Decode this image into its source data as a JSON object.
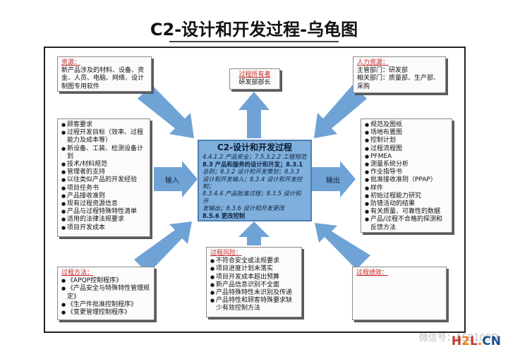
{
  "title": "C2-设计和开发过程-乌龟图",
  "resources": {
    "head": "资源：",
    "lines": [
      "新产品涉及的材料、设备、资",
      "金、人员、电脑、网络、设计",
      "制图专用软件"
    ]
  },
  "owner": {
    "head": "过程所有者",
    "text": "研发部部长"
  },
  "hr": {
    "head": "人力资源：",
    "lines": [
      "主管部门：研发部",
      "相关部门：质量部、生产部、",
      "采购"
    ]
  },
  "inputs": {
    "items": [
      "顾客要求",
      "过程开发目标（效率、过程能力及成本等）",
      "新设备、工装、检测设备计划",
      "技术/材料规范",
      "管理者的支持",
      "以往类似产品的开发经验",
      "项目任务书",
      "产品接收准则",
      "现有过程资源信息",
      "产品与过程特殊特性清单",
      "适用的法律法规要求",
      "项目开发成本"
    ],
    "label": "输入"
  },
  "process": {
    "title": "C2-设计和开发过程",
    "lines": [
      {
        "t": "4.4.1.2 产品安全；7.5.3.2.2 工程规范",
        "plain": false
      },
      {
        "t": "8.3 产品和服务的设计和开发；8.3.1",
        "plain": true
      },
      {
        "t": "总则；8.3.2 设计和开发策划；8.3.3",
        "plain": false
      },
      {
        "t": "设计和开发输入；8.3.4 设计和开发控制；",
        "plain": false
      },
      {
        "t": "8.3.4.4 产品批准过程；8.3.5 设计和开",
        "plain": false
      },
      {
        "t": "发输出；8.3.6 设计和开发更改",
        "plain": false
      },
      {
        "t": "8.5.6 更改控制",
        "plain": true
      }
    ]
  },
  "outputs": {
    "label": "输出",
    "items": [
      "规范及图纸",
      "场地布置图",
      "控制计划",
      "过程流程图",
      "PFMEA",
      "测量系统分析",
      "作业指导书",
      "批准接收准则（PPAP）",
      "样件",
      "初始过程能力研究",
      "防错活动的结果",
      "有关质量、可靠性的数据",
      "产品/过程不合格的探测和反馈方法"
    ]
  },
  "methods": {
    "head": "过程方法：",
    "items": [
      "《APQP控制程序》",
      "《产品安全与特殊特性管理规定》",
      "《生产件批准控制程序》",
      "《变更管理控制程序》"
    ]
  },
  "risks": {
    "head": "过程风险：",
    "items": [
      "不符合安全或法规要求",
      "项目进度计划未落实",
      "项目开发成本超出预算",
      "新产品信息识别不全面",
      "产品特殊特性未识别及传递",
      "产品特性和顾客特殊要求缺少有效控制方法"
    ]
  },
  "performance": {
    "head": "过程绩效："
  },
  "watermark": "微信号：AS9100D",
  "site": {
    "h": "H",
    "two": "2",
    "l": "L",
    "dot": ".",
    "cn": "CN"
  },
  "colors": {
    "arrow": "#6fa3d6",
    "center_fill": "#7fb0dd",
    "head_red": "#c62828"
  }
}
